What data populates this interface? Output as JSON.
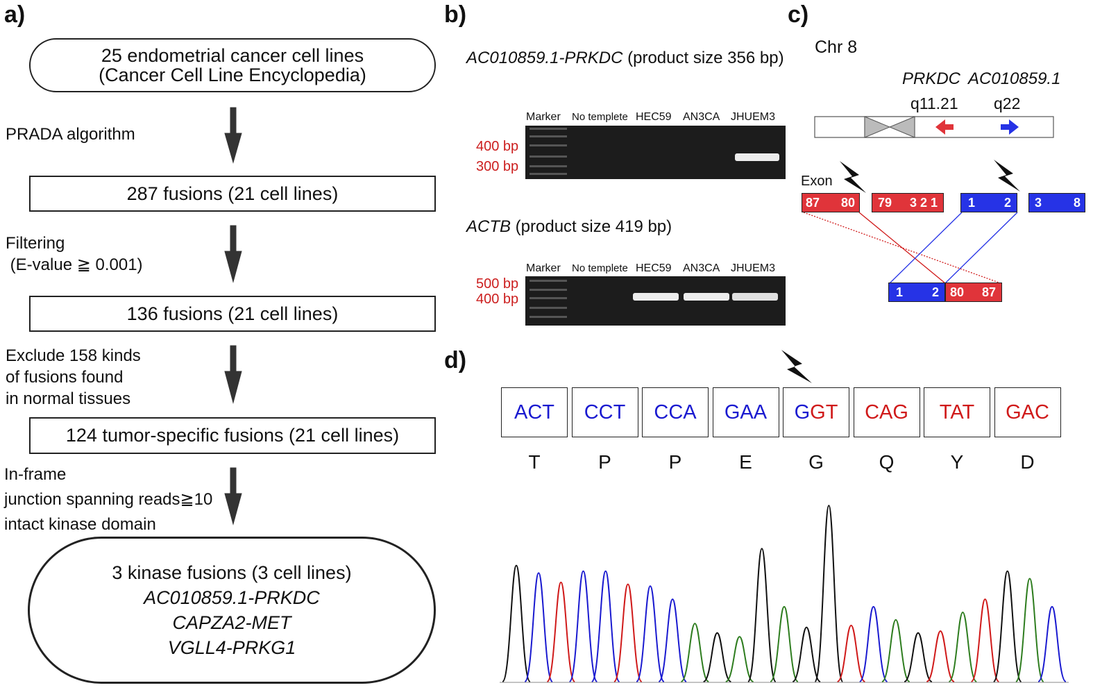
{
  "panel_a": {
    "label": "a)",
    "boxes": [
      {
        "lines": [
          "25 endometrial cancer cell lines",
          "(Cancer Cell Line Encyclopedia)"
        ]
      },
      {
        "lines": [
          "287 fusions (21 cell lines)"
        ]
      },
      {
        "lines": [
          "136 fusions (21 cell lines)"
        ]
      },
      {
        "lines": [
          "124 tumor-specific fusions  (21 cell lines)"
        ]
      },
      {
        "lines": [
          "3 kinase fusions (3 cell lines)"
        ],
        "italic_lines": [
          "AC010859.1-PRKDC",
          "CAPZA2-MET",
          "VGLL4-PRKG1"
        ]
      }
    ],
    "steps": [
      {
        "lines": [
          "PRADA algorithm"
        ]
      },
      {
        "lines": [
          "Filtering",
          " (E-value ≧ 0.001)"
        ]
      },
      {
        "lines": [
          "Exclude 158 kinds",
          "of fusions found",
          "in normal tissues"
        ]
      },
      {
        "lines": [
          "In-frame",
          "junction spanning reads≧10",
          "intact kinase domain"
        ]
      }
    ]
  },
  "panel_b": {
    "label": "b)",
    "gels": [
      {
        "title_gene": "AC010859.1-PRKDC",
        "title_rest": " (product size 356 bp)",
        "lanes": [
          "Marker",
          "No templete",
          "HEC59",
          "AN3CA",
          "JHUEM3"
        ],
        "bp_labels": [
          "400 bp",
          "300 bp"
        ],
        "band_lanes": [
          4
        ]
      },
      {
        "title_gene": "ACTB",
        "title_rest": " (product size 419 bp)",
        "lanes": [
          "Marker",
          "No templete",
          "HEC59",
          "AN3CA",
          "JHUEM3"
        ],
        "bp_labels": [
          "500 bp",
          "400 bp"
        ],
        "band_lanes": [
          2,
          3,
          4
        ]
      }
    ]
  },
  "panel_c": {
    "label": "c)",
    "chromosome": "Chr 8",
    "gene_left": "PRKDC",
    "gene_right": "AC010859.1",
    "band_left": "q11.21",
    "band_right": "q22",
    "exon_label": "Exon",
    "prkdc_exons_a": [
      "87",
      "80"
    ],
    "prkdc_exons_b": [
      "79",
      "3 2 1"
    ],
    "ac_exons_a": [
      "1",
      "2"
    ],
    "ac_exons_b": [
      "3",
      "8"
    ],
    "fusion_blue": [
      "1",
      "2"
    ],
    "fusion_red": [
      "80",
      "87"
    ],
    "colors": {
      "prkdc": "#e0343a",
      "ac": "#2633e6"
    }
  },
  "panel_d": {
    "label": "d)",
    "codons": [
      {
        "parts": [
          {
            "t": "ACT",
            "c": "blue"
          }
        ],
        "aa": "T"
      },
      {
        "parts": [
          {
            "t": "CCT",
            "c": "blue"
          }
        ],
        "aa": "P"
      },
      {
        "parts": [
          {
            "t": "CCA",
            "c": "blue"
          }
        ],
        "aa": "P"
      },
      {
        "parts": [
          {
            "t": "GAA",
            "c": "blue"
          }
        ],
        "aa": "E"
      },
      {
        "parts": [
          {
            "t": "G",
            "c": "blue"
          },
          {
            "t": "GT",
            "c": "red"
          }
        ],
        "aa": "G"
      },
      {
        "parts": [
          {
            "t": "CAG",
            "c": "red"
          }
        ],
        "aa": "Q"
      },
      {
        "parts": [
          {
            "t": "TAT",
            "c": "red"
          }
        ],
        "aa": "Y"
      },
      {
        "parts": [
          {
            "t": "GAC",
            "c": "red"
          }
        ],
        "aa": "D"
      }
    ],
    "chromatogram_peaks": [
      {
        "base": "G",
        "h": 0.62
      },
      {
        "base": "C",
        "h": 0.58
      },
      {
        "base": "T",
        "h": 0.53
      },
      {
        "base": "C",
        "h": 0.59
      },
      {
        "base": "C",
        "h": 0.59
      },
      {
        "base": "T",
        "h": 0.52
      },
      {
        "base": "C",
        "h": 0.51
      },
      {
        "base": "C",
        "h": 0.44
      },
      {
        "base": "A",
        "h": 0.31
      },
      {
        "base": "G",
        "h": 0.26
      },
      {
        "base": "A",
        "h": 0.24
      },
      {
        "base": "G",
        "h": 0.71
      },
      {
        "base": "A",
        "h": 0.4
      },
      {
        "base": "G",
        "h": 0.29
      },
      {
        "base": "G",
        "h": 0.94
      },
      {
        "base": "T",
        "h": 0.3
      },
      {
        "base": "C",
        "h": 0.4
      },
      {
        "base": "A",
        "h": 0.33
      },
      {
        "base": "G",
        "h": 0.26
      },
      {
        "base": "T",
        "h": 0.27
      },
      {
        "base": "A",
        "h": 0.37
      },
      {
        "base": "T",
        "h": 0.44
      },
      {
        "base": "G",
        "h": 0.59
      },
      {
        "base": "A",
        "h": 0.55
      },
      {
        "base": "C",
        "h": 0.4
      }
    ],
    "base_colors": {
      "A": "#2e7d1f",
      "C": "#1a1ad0",
      "G": "#111111",
      "T": "#d01a1a"
    }
  }
}
